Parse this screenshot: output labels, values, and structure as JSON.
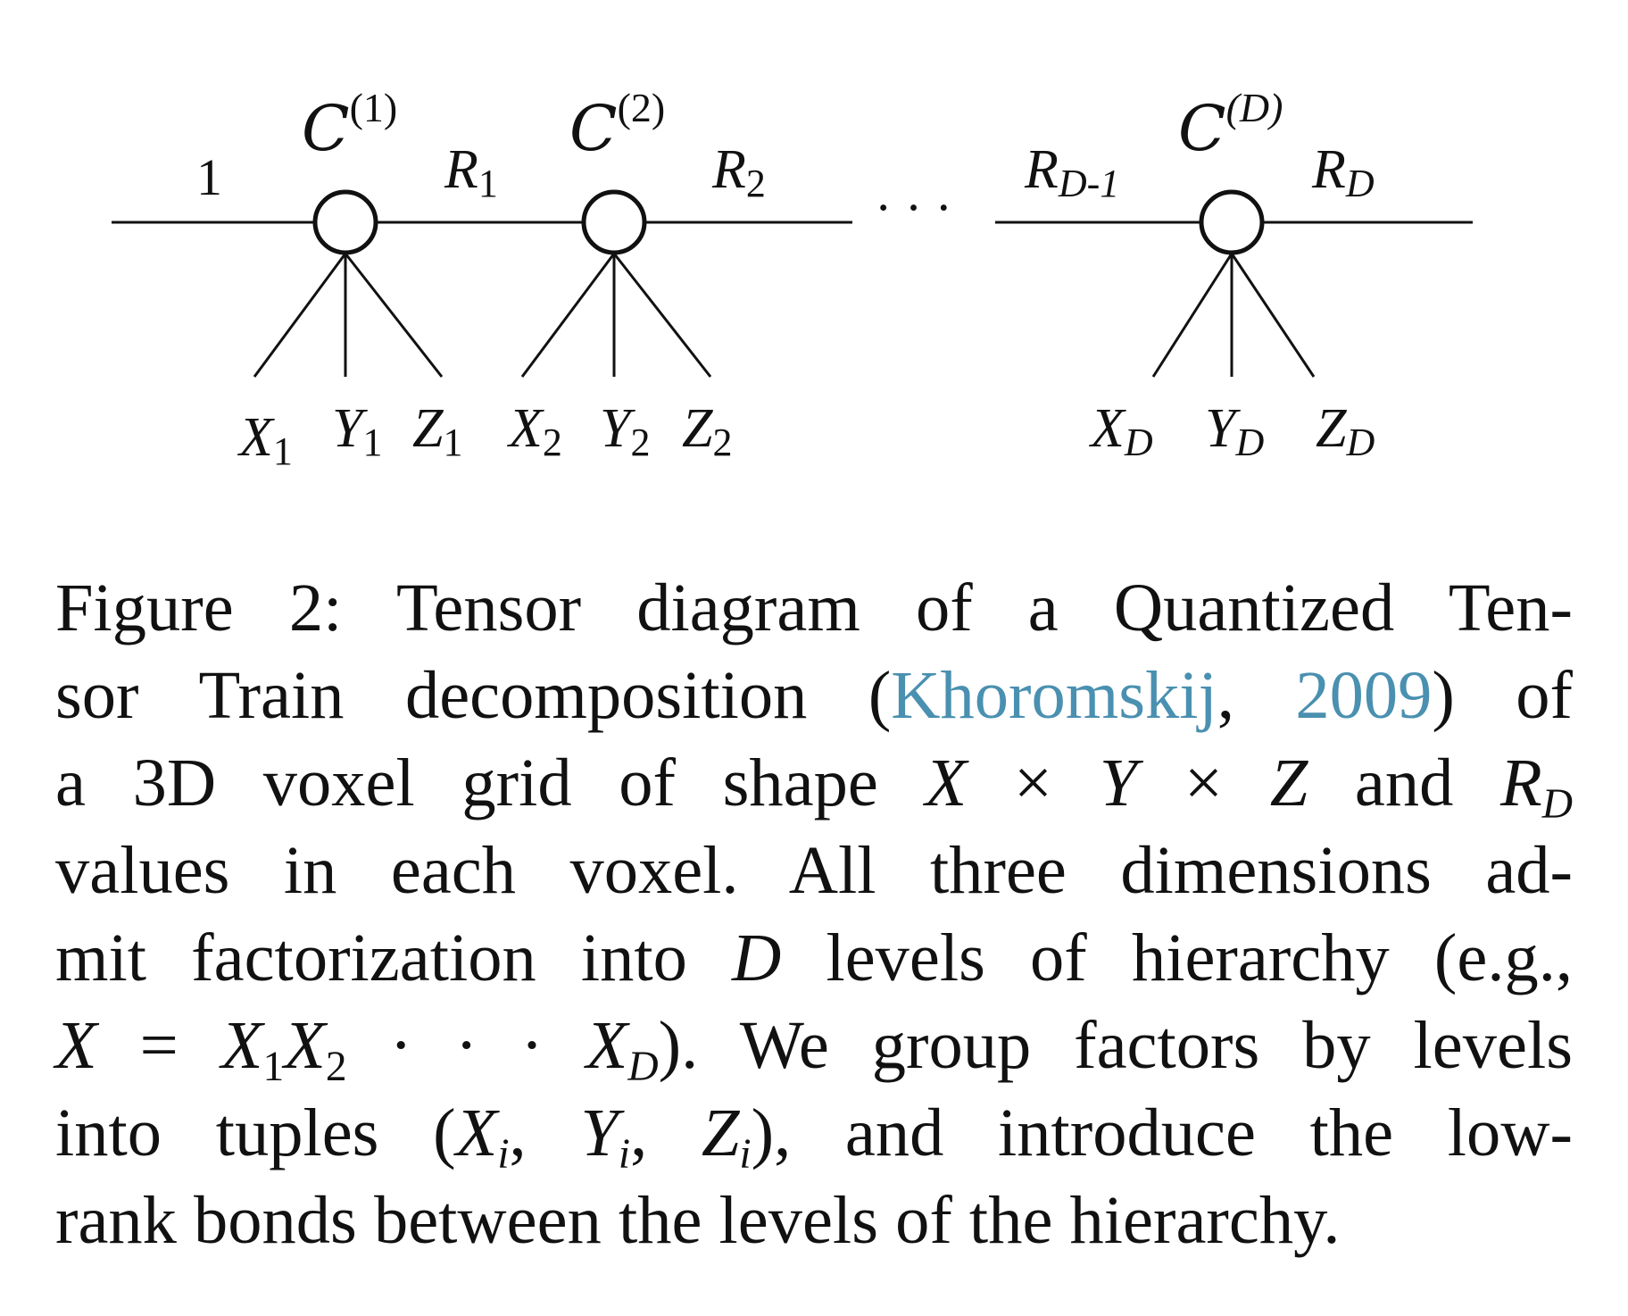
{
  "diagram": {
    "input_bond_label": "1",
    "cores": [
      {
        "symbol": "C",
        "index": "(1)",
        "legs": [
          {
            "base": "X",
            "sub": "1"
          },
          {
            "base": "Y",
            "sub": "1"
          },
          {
            "base": "Z",
            "sub": "1"
          }
        ]
      },
      {
        "symbol": "C",
        "index": "(2)",
        "legs": [
          {
            "base": "X",
            "sub": "2"
          },
          {
            "base": "Y",
            "sub": "2"
          },
          {
            "base": "Z",
            "sub": "2"
          }
        ]
      },
      {
        "symbol": "C",
        "index": "(D)",
        "legs": [
          {
            "base": "X",
            "sub": "D"
          },
          {
            "base": "Y",
            "sub": "D"
          },
          {
            "base": "Z",
            "sub": "D"
          }
        ]
      }
    ],
    "bonds": [
      {
        "base": "R",
        "sub": "1"
      },
      {
        "base": "R",
        "sub": "2"
      },
      {
        "base": "R",
        "sub": "D-1"
      },
      {
        "base": "R",
        "sub": "D"
      }
    ],
    "ellipsis": "· · ·"
  },
  "caption": {
    "lines": [
      [
        "Figure 2:  Tensor diagram of a Quantized Ten-"
      ],
      [
        "sor Train decomposition (",
        "Khoromskij",
        ", ",
        "2009",
        ") of"
      ],
      [
        "a 3D voxel grid of shape ",
        "X",
        " × ",
        "Y",
        " × ",
        "Z",
        " and ",
        "R",
        "D"
      ],
      [
        "values in each voxel.  All three dimensions ad-"
      ],
      [
        "mit factorization into ",
        "D",
        " levels of hierarchy (e.g.,"
      ],
      [
        "X",
        " = ",
        "X",
        "1",
        "X",
        "2",
        " · · · ",
        "X",
        "D",
        "). We group factors by levels"
      ],
      [
        "into tuples (",
        "X",
        "i",
        ", ",
        "Y",
        "i",
        ", ",
        "Z",
        "i",
        "), and introduce the low-"
      ],
      [
        "rank bonds between the levels of the hierarchy."
      ]
    ]
  }
}
